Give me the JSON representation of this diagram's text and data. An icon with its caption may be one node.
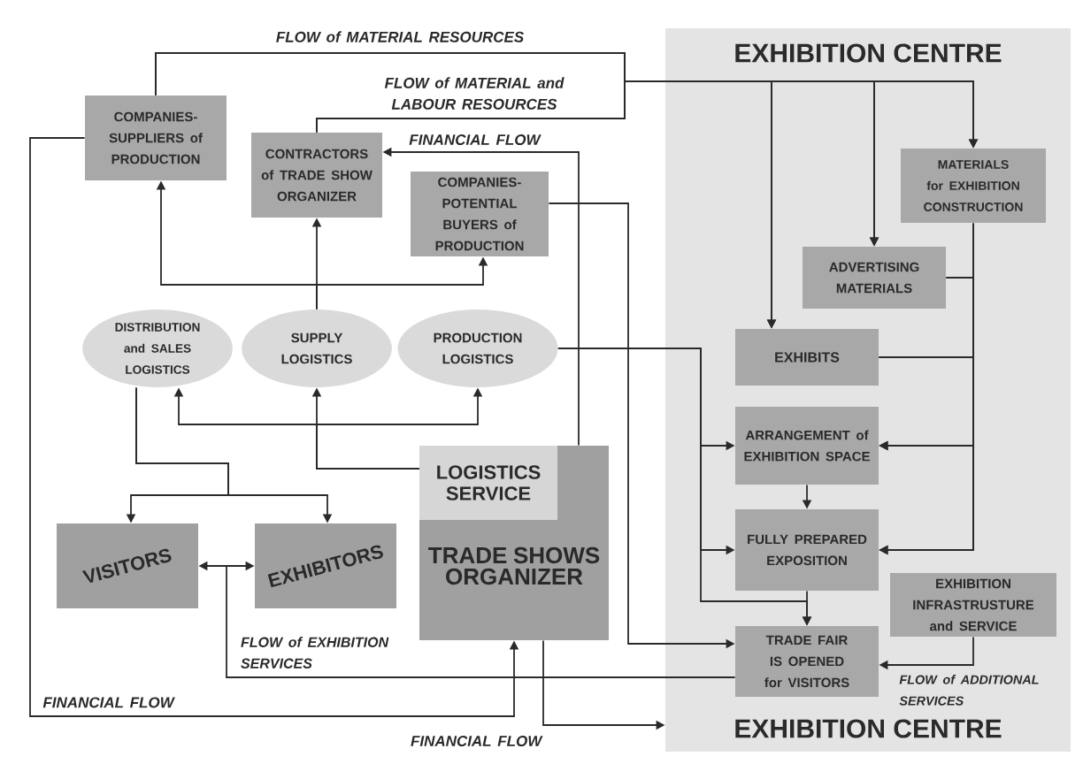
{
  "diagram": {
    "nodes": [
      {
        "text": [
          "EXHIBITION CENTRE",
          "EXHIBITION CENTRE"
        ]
      },
      {
        "text": [
          "COMPANIES-SUPPLIERS of PRODUCTION"
        ]
      },
      {
        "text": [
          "CONTRACTORS of TRADE SHOW ORGANIZER"
        ]
      },
      {
        "text": [
          "COMPANIES-POTENTIAL BUYERS of PRODUCTION"
        ]
      },
      {
        "text": [
          "MATERIALS for EXHIBITION CONSTRUCTION"
        ],
        "in": 0
      },
      {
        "text": [
          "ADVERTISING MATERIALS"
        ],
        "in": 0
      },
      {
        "text": [
          "EXHIBITS"
        ],
        "in": 0
      },
      {
        "text": [
          "DISTRIBUTION and SALES LOGISTICS"
        ]
      },
      {
        "text": [
          "SUPPLY LOGISTICS"
        ]
      },
      {
        "text": [
          "PRODUCTION LOGISTICS"
        ]
      },
      {
        "text": [
          "ARRANGEMENT of EXHIBITION SPACE"
        ],
        "in": 0
      },
      {
        "text": [
          "TRADE SHOWS ORGANIZER"
        ]
      },
      {
        "text": [
          "LOGISTICS SERVICE"
        ],
        "in": 11
      },
      {
        "text": [
          "VISITORS"
        ]
      },
      {
        "text": [
          "EXHIBITORS"
        ]
      },
      {
        "text": [
          "FULLY PREPARED EXPOSITION"
        ],
        "in": 0
      },
      {
        "text": [
          "EXHIBITION INFRASTRUSTURE and SERVICE"
        ],
        "in": 0
      },
      {
        "text": [
          "TRADE FAIR IS OPENED for VISITORS"
        ],
        "in": 0
      }
    ],
    "edges": [
      {
        "from": 1,
        "to": 6,
        "arrow": "to",
        "label": "FLOW of MATERIAL RESOURCES"
      },
      {
        "from": 1,
        "to": 5,
        "arrow": "to"
      },
      {
        "from": 1,
        "to": 4,
        "arrow": "to"
      },
      {
        "from": 2,
        "to": 6,
        "arrow": "to",
        "label": "FLOW of MATERIAL and LABOUR RESOURCES"
      },
      {
        "from": 2,
        "to": 5,
        "arrow": "to"
      },
      {
        "from": 2,
        "to": 4,
        "arrow": "to"
      },
      {
        "from": 11,
        "to": 2,
        "arrow": "to",
        "label": "FINANCIAL FLOW"
      },
      {
        "from": 3,
        "to": 17,
        "arrow": "to"
      },
      {
        "from": 9,
        "to": 10,
        "arrow": "to"
      },
      {
        "from": 9,
        "to": 15,
        "arrow": "to"
      },
      {
        "from": 9,
        "to": 17,
        "arrow": "to"
      },
      {
        "from": 4,
        "to": 10,
        "arrow": "to"
      },
      {
        "from": 4,
        "to": 15,
        "arrow": "to"
      },
      {
        "from": 5,
        "to": 10,
        "arrow": "to"
      },
      {
        "from": 5,
        "to": 15,
        "arrow": "to"
      },
      {
        "from": 6,
        "to": 10,
        "arrow": "to"
      },
      {
        "from": 6,
        "to": 15,
        "arrow": "to"
      },
      {
        "from": 10,
        "to": 15,
        "arrow": "to"
      },
      {
        "from": 15,
        "to": 17,
        "arrow": "to"
      },
      {
        "from": 16,
        "to": 17,
        "arrow": "to",
        "label": "FLOW of ADDITIONAL SERVICES"
      },
      {
        "from": 12,
        "to": 7,
        "arrow": "to"
      },
      {
        "from": 12,
        "to": 8,
        "arrow": "to"
      },
      {
        "from": 12,
        "to": 9,
        "arrow": "to"
      },
      {
        "from": 8,
        "to": 2,
        "arrow": "to"
      },
      {
        "from": 8,
        "to": 1,
        "arrow": "to"
      },
      {
        "from": 8,
        "to": 3,
        "arrow": "to"
      },
      {
        "from": 7,
        "to": 13,
        "arrow": "to"
      },
      {
        "from": 7,
        "to": 14,
        "arrow": "to"
      },
      {
        "from": 13,
        "to": 14,
        "arrow": "both"
      },
      {
        "from": 17,
        "to": null,
        "arrow": "none",
        "label": "FLOW of EXHIBITION SERVICES"
      },
      {
        "from": 1,
        "to": 11,
        "arrow": "to",
        "label": "FINANCIAL FLOW"
      },
      {
        "from": 11,
        "to": 0,
        "arrow": "to",
        "label": "FINANCIAL FLOW"
      }
    ]
  }
}
